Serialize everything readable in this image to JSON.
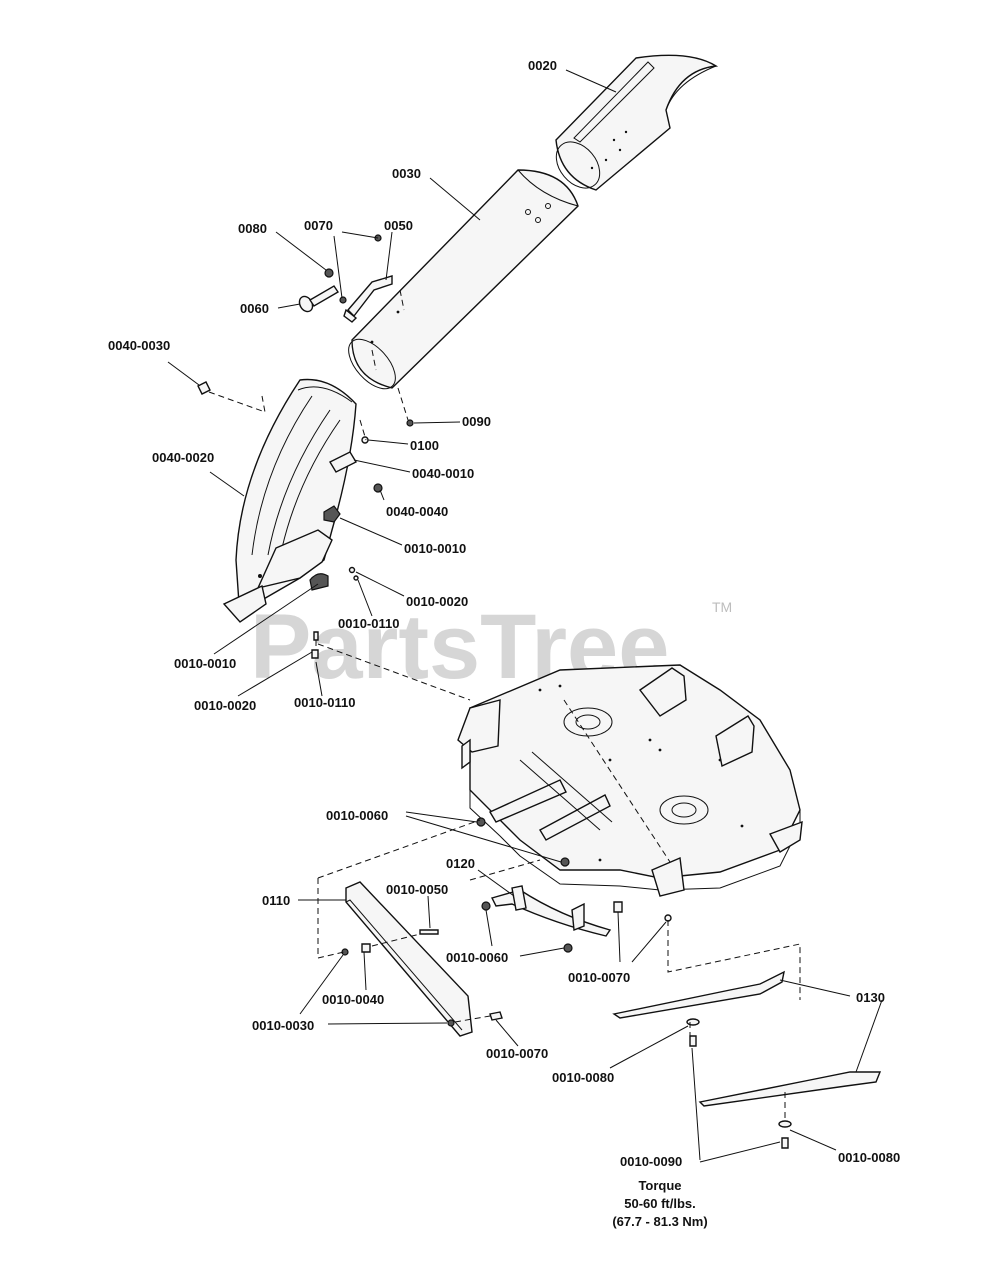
{
  "watermark": {
    "brand": "PartsTree",
    "trademark": "TM"
  },
  "labels": {
    "p0020": "0020",
    "p0030": "0030",
    "p0050": "0050",
    "p0070": "0070",
    "p0080": "0080",
    "p0060": "0060",
    "p0040_0030": "0040-0030",
    "p0040_0020": "0040-0020",
    "p0090": "0090",
    "p0100": "0100",
    "p0040_0010": "0040-0010",
    "p0040_0040": "0040-0040",
    "p0010_0010a": "0010-0010",
    "p0010_0020a": "0010-0020",
    "p0010_0110a": "0010-0110",
    "p0010_0010b": "0010-0010",
    "p0010_0020b": "0010-0020",
    "p0010_0110b": "0010-0110",
    "p0010_0060a": "0010-0060",
    "p0120": "0120",
    "p0110": "0110",
    "p0010_0050": "0010-0050",
    "p0010_0060b": "0010-0060",
    "p0010_0070a": "0010-0070",
    "p0010_0040": "0010-0040",
    "p0010_0030": "0010-0030",
    "p0010_0070b": "0010-0070",
    "p0130": "0130",
    "p0010_0080a": "0010-0080",
    "p0010_0090": "0010-0090",
    "p0010_0080b": "0010-0080"
  },
  "torque_note": {
    "line1": "Torque",
    "line2": "50-60 ft/lbs.",
    "line3": "(67.7 - 81.3 Nm)"
  }
}
